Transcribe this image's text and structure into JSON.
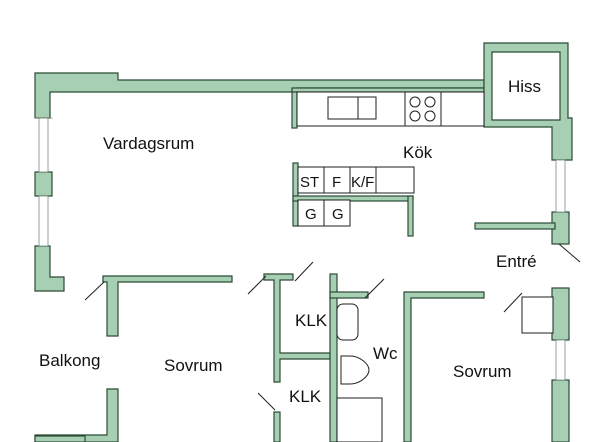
{
  "floorplan": {
    "rooms": {
      "vardagsrum": "Vardagsrum",
      "kok": "Kök",
      "hiss": "Hiss",
      "entre": "Entré",
      "balkong": "Balkong",
      "sovrum_left": "Sovrum",
      "sovrum_right": "Sovrum",
      "klk_upper": "KLK",
      "klk_lower": "KLK",
      "wc": "Wc"
    },
    "appliances": {
      "st": "ST",
      "f": "F",
      "kf": "K/F",
      "g1": "G",
      "g2": "G"
    },
    "colors": {
      "wall": "#a6cfb4",
      "outline": "#2b4a35"
    }
  }
}
